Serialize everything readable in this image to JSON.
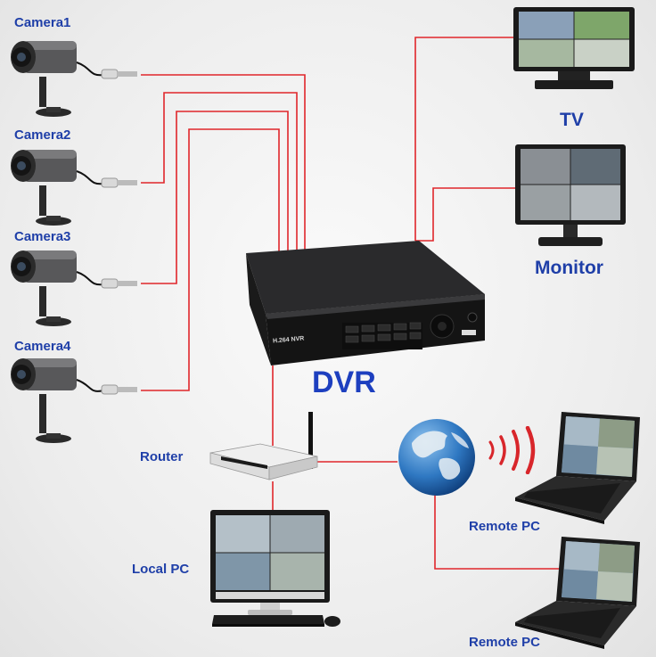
{
  "cameras": [
    {
      "label": "Camera1"
    },
    {
      "label": "Camera2"
    },
    {
      "label": "Camera3"
    },
    {
      "label": "Camera4"
    }
  ],
  "dvr": {
    "label": "DVR",
    "front_text": "H.264 NVR"
  },
  "tv": {
    "label": "TV"
  },
  "monitor": {
    "label": "Monitor"
  },
  "router": {
    "label": "Router"
  },
  "local_pc": {
    "label": "Local PC"
  },
  "remote_pcs": [
    {
      "label": "Remote PC"
    },
    {
      "label": "Remote PC"
    }
  ],
  "colors": {
    "wire": "#e0262b",
    "label": "#1f3fa8",
    "dvr_body": "#1b1b1b"
  },
  "icons": [
    "camera-icon",
    "dvr-icon",
    "tv-icon",
    "monitor-icon",
    "router-icon",
    "globe-icon",
    "wireless-signal-icon",
    "laptop-icon",
    "desktop-pc-icon",
    "keyboard-icon",
    "mouse-icon"
  ]
}
